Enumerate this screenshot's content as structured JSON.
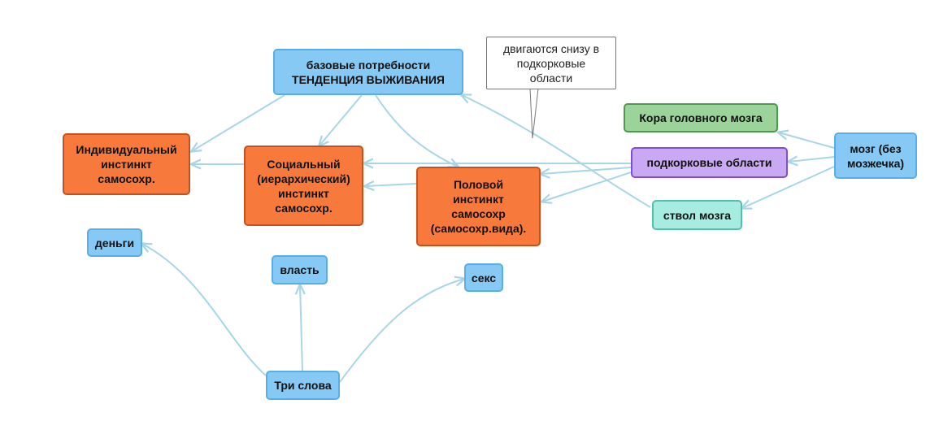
{
  "diagram": {
    "nodes": {
      "base_needs": "базовые потребности\nТЕНДЕНЦИЯ ВЫЖИВАНИЯ",
      "individual": "Индивидуальный\nинстинкт\nсамосохр.",
      "social": "Социальный\n(иерархический)\nинстинкт\nсамосохр.",
      "sexual": "Половой\nинстинкт\nсамосохр\n(самосохр.вида).",
      "cortex": "Кора головного мозга",
      "subcortical": "подкорковые области",
      "brainstem": "ствол мозга",
      "brain": "мозг (без\nмозжечка)",
      "money": "деньги",
      "power": "власть",
      "sex": "секс",
      "three_words": "Три слова"
    },
    "callout": "двигаются снизу в\nподкорковые\nобласти"
  },
  "colors": {
    "edge": "#a9d6e4",
    "blue": "#86c9f4",
    "orange": "#f77a3c",
    "green": "#9bd39a",
    "purple": "#c9a9f4",
    "teal": "#a6ece0"
  }
}
